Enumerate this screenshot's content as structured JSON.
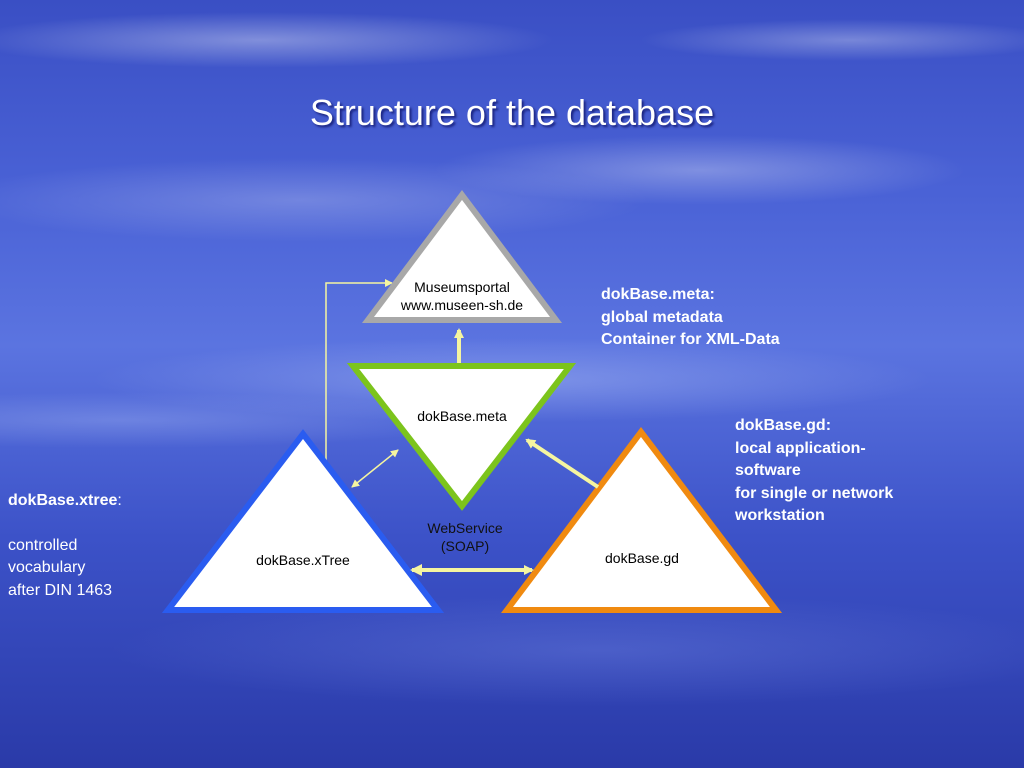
{
  "title": "Structure of the database",
  "nodes": {
    "museum_line1": "Museumsportal",
    "museum_line2": "www.museen-sh.de",
    "meta": "dokBase.meta",
    "xtree": "dokBase.xTree",
    "gd": "dokBase.gd"
  },
  "webservice": {
    "line1": "WebService",
    "line2": "(SOAP)"
  },
  "notes": {
    "meta": [
      "dokBase.meta:",
      "global metadata",
      "Container for XML-Data"
    ],
    "gd": [
      "dokBase.gd:",
      "local application-",
      "software",
      "for single or network",
      "workstation"
    ],
    "xtree_title": "dokBase.xtree",
    "xtree_colon": ":",
    "xtree": [
      "controlled",
      "vocabulary",
      "after DIN 1463"
    ]
  },
  "colors": {
    "museum_border": "#a8a8a8",
    "meta_border": "#7cc41c",
    "xtree_border": "#2a5cf0",
    "gd_border": "#f08a10",
    "arrow": "#f5f5a0"
  }
}
